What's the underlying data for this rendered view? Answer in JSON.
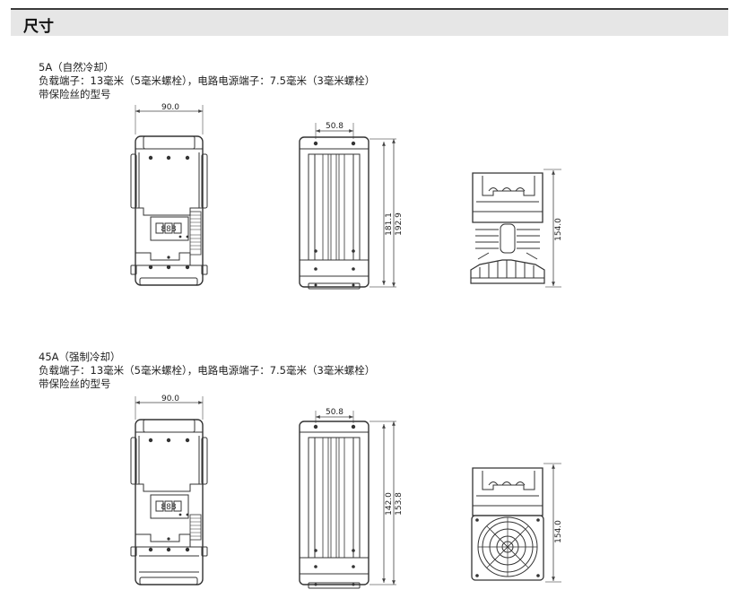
{
  "header": {
    "title": "尺寸"
  },
  "sections": [
    {
      "title": "5A（自然冷却）",
      "line2": "负载端子：13毫米（5毫米螺栓），电路电源端子：7.5毫米（3毫米螺栓）",
      "line3": "带保险丝的型号",
      "dims": {
        "width": "90.0",
        "pitch": "50.8",
        "h_inner": "181.1",
        "h_outer": "192.9",
        "depth": "154.0"
      }
    },
    {
      "title": "45A（强制冷却）",
      "line2": "负载端子：13毫米（5毫米螺栓），电路电源端子：7.5毫米（3毫米螺栓）",
      "line3": "带保险丝的型号",
      "dims": {
        "width": "90.0",
        "pitch": "50.8",
        "h_inner": "142.0",
        "h_outer": "153.8",
        "depth": "154.0"
      }
    }
  ],
  "display_digits": "888"
}
